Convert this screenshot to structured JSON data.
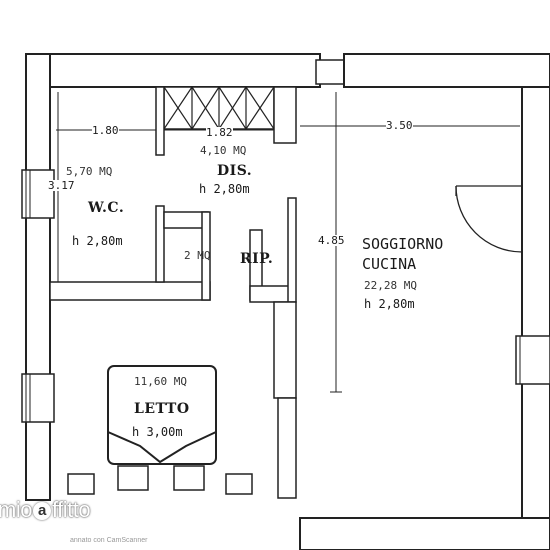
{
  "dimensions": {
    "wc_width": "1.80",
    "dis_width": "1.82",
    "soggiorno_width": "3.50",
    "wc_height": "3.17",
    "soggiorno_height": "4.85"
  },
  "rooms": {
    "wc": {
      "name": "W.C.",
      "area": "5,70  MQ",
      "height": "h  2,80m"
    },
    "dis": {
      "name": "DIS.",
      "area": "4,10  MQ",
      "height": "h  2,80m"
    },
    "rip": {
      "name": "RIP.",
      "area": "2  MQ"
    },
    "soggiorno": {
      "name_line1": "SOGGIORNO",
      "name_line2": "CUCINA",
      "area": "22,28  MQ",
      "height": "h  2,80m"
    },
    "letto": {
      "name": "LETTO",
      "area": "11,60  MQ",
      "height": "h  3,00m"
    }
  },
  "branding": {
    "logo_left": "mio",
    "logo_mark": "a",
    "logo_right": "ffitto",
    "scanner_note": "annato con CamScanner"
  }
}
